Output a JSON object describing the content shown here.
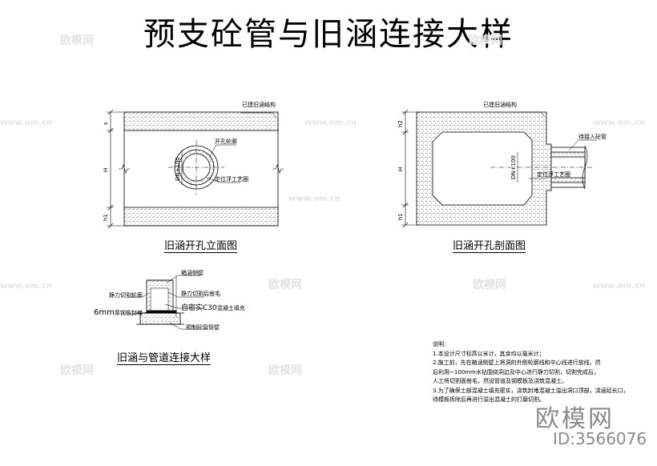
{
  "title": "预支砼管与旧涵连接大样",
  "views": {
    "elevation": {
      "caption": "旧涵开孔立面图",
      "label_existing": "已建旧涵结构",
      "label_opening": "开孔轮廓",
      "label_shape": "定位浮工艺圈",
      "label_dn": "DN+100",
      "dim_h": "H",
      "dim_h1": "h1",
      "dim_top": "s"
    },
    "section": {
      "caption": "旧涵开孔剖面图",
      "label_existing": "已建旧涵结构",
      "label_pipe": "待接入砼管",
      "label_shape": "定位浮工艺圈",
      "label_dn": "DN+100",
      "dim_h": "H",
      "dim_h1": "h1",
      "dim_h2": "h2"
    },
    "detail": {
      "caption": "旧涵与管道连接大样",
      "label_wall": "箱涵侧壁",
      "label_cut": "静力切割轮廓",
      "label_roughen": "静力切割后凿毛",
      "label_plate": "6mm",
      "label_plate_suffix": "厚钢板封堵",
      "label_fill": "自密实C30",
      "label_fill_suffix": "混凝土填充",
      "label_pipe_wall": "预制砼管管壁"
    }
  },
  "notes": {
    "heading": "说明：",
    "lines": [
      "1.本设计尺寸标高以米计，其余均以毫米计；",
      "2.施工前，先在箱涵侧壁上将洞的外侧轮廓线和中心线进行放线，然",
      "后利用~100mm水钻围绕洞边及中心进行静力切割，切割完成后，",
      "人工将切割面凿毛，然设管道及钢模板及浇筑混凝土。",
      "3.为了确保土部混凝土填充密实，浇筑封堵混凝土溢出洞口顶部，浇涵延长口，",
      "待模板拆除后再进行溢出混凝土的打磨切割。"
    ]
  },
  "watermarks": {
    "brand": "欧模网",
    "id": "ID:3566076",
    "tiles": [
      "欧模网",
      "www.om.cn"
    ]
  }
}
